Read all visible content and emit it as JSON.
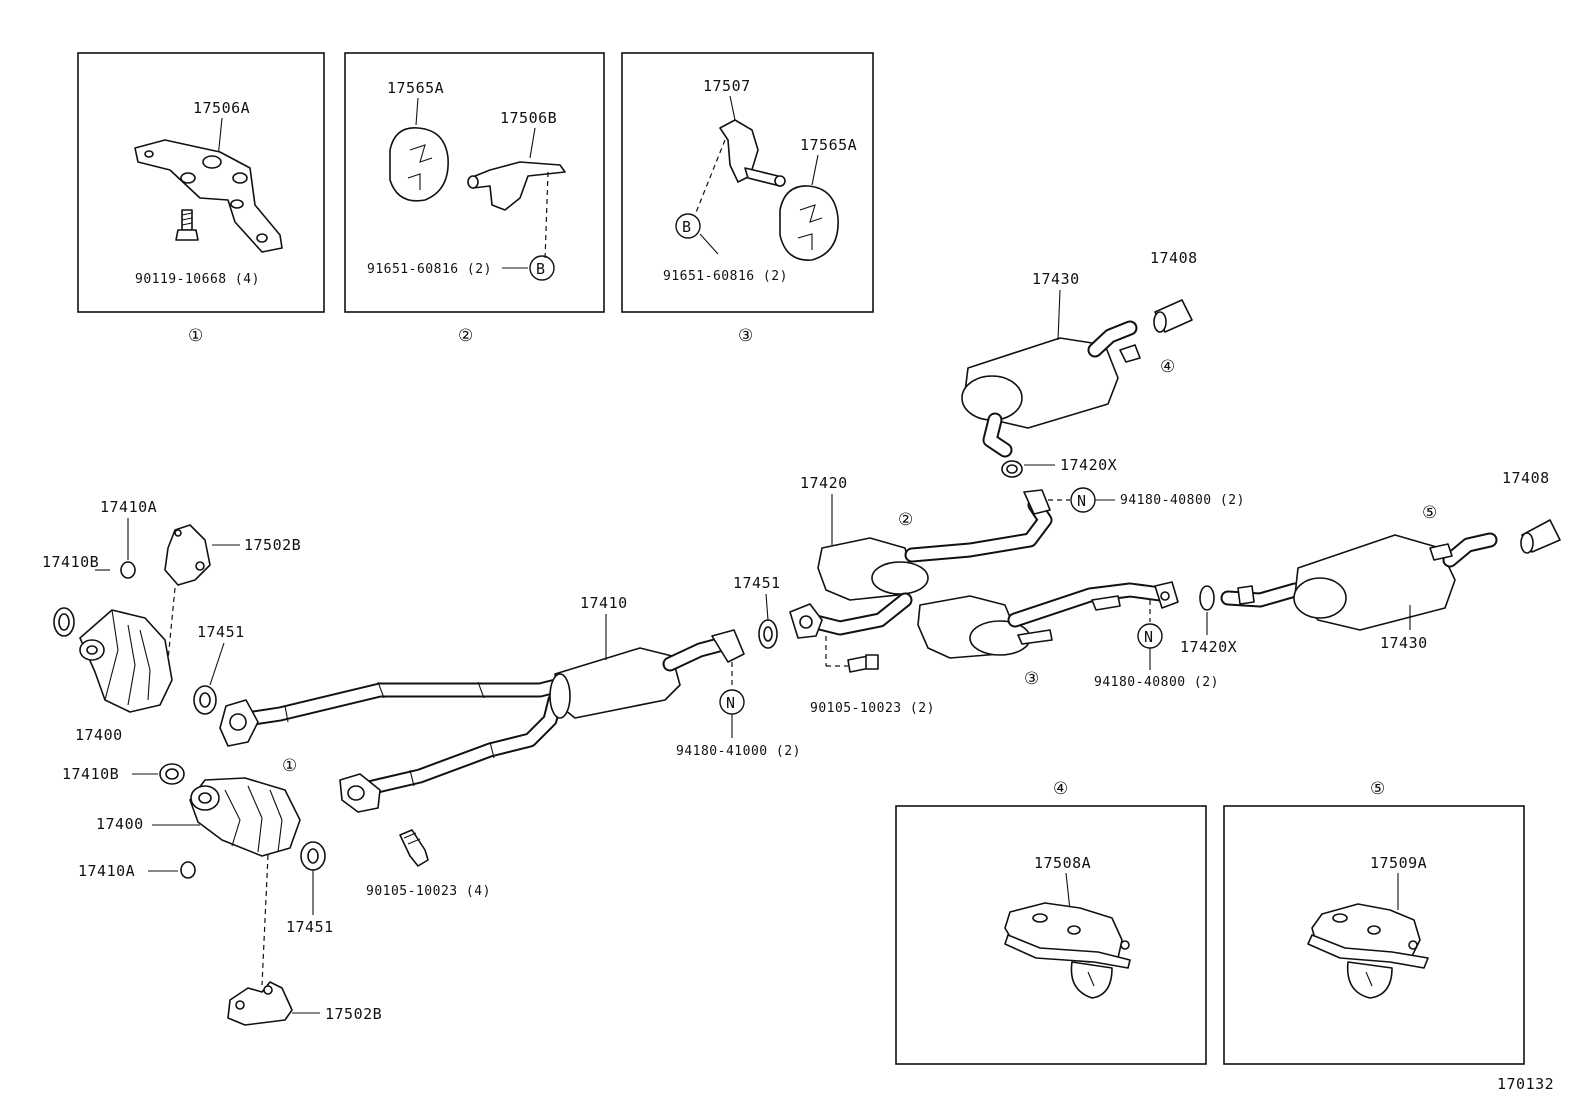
{
  "diagram_id": "170132",
  "callouts": {
    "c1": "①",
    "c2": "②",
    "c3": "③",
    "c4": "④",
    "c5": "⑤"
  },
  "ref_letters": {
    "b": "B",
    "n": "N"
  },
  "inset1": {
    "part_bracket": "17506A",
    "bolt": "90119-10668 (4)"
  },
  "inset2": {
    "hanger": "17565A",
    "bracket": "17506B",
    "bolt": "91651-60816 (2)"
  },
  "inset3": {
    "bracket": "17507",
    "hanger": "17565A",
    "bolt": "91651-60816 (2)"
  },
  "inset4": {
    "support": "17508A"
  },
  "inset5": {
    "support": "17509A"
  },
  "main": {
    "p17410A_top": "17410A",
    "p17502B_top": "17502B",
    "p17410B_top": "17410B",
    "p17451_left": "17451",
    "p17400_top": "17400",
    "p17410B_bot": "17410B",
    "p17400_bot": "17400",
    "p17410A_bot": "17410A",
    "p17451_bot": "17451",
    "p17502B_bot": "17502B",
    "bolt_bot": "90105-10023 (4)",
    "p17410": "17410",
    "p17451_mid": "17451",
    "nut_mid": "94180-41000 (2)",
    "p17420": "17420",
    "bolt_mid": "90105-10023 (2)",
    "nut_right": "94180-40800 (2)",
    "nut_top": "94180-40800 (2)",
    "p17430_top": "17430",
    "p17408_top": "17408",
    "p17420X_top": "17420X",
    "p17408_right": "17408",
    "p17430_right": "17430",
    "p17420X_right": "17420X"
  }
}
